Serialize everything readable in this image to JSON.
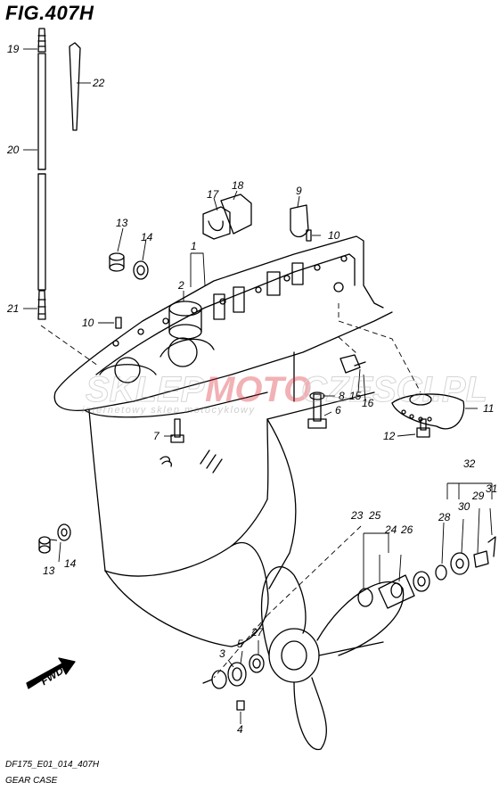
{
  "figure_title": "FIG.407H",
  "footer_code": "DF175_E01_014_407H",
  "footer_name": "GEAR CASE",
  "direction_arrow": "FWD",
  "watermark": {
    "main_left": "SKLEP",
    "main_mid": "MOTO",
    "main_right": "CZESCI.PL",
    "tagline": "internetowy sklep motocyklowy",
    "accent_color": "#d9232d"
  },
  "callouts": {
    "c19": "19",
    "c22": "22",
    "c20": "20",
    "c21": "21",
    "c17": "17",
    "c18": "18",
    "c9": "9",
    "c10a": "10",
    "c13a": "13",
    "c14a": "14",
    "c1": "1",
    "c2": "2",
    "c10b": "10",
    "c8": "8",
    "c15": "15",
    "c16": "16",
    "c11": "11",
    "c6": "6",
    "c7": "7",
    "c12": "12",
    "c32": "32",
    "c13b": "13",
    "c14b": "14",
    "c23": "23",
    "c25": "25",
    "c24": "24",
    "c26": "26",
    "c28": "28",
    "c30": "30",
    "c29": "29",
    "c31": "31",
    "c27": "27",
    "c3": "3",
    "c5": "5",
    "c4": "4"
  }
}
